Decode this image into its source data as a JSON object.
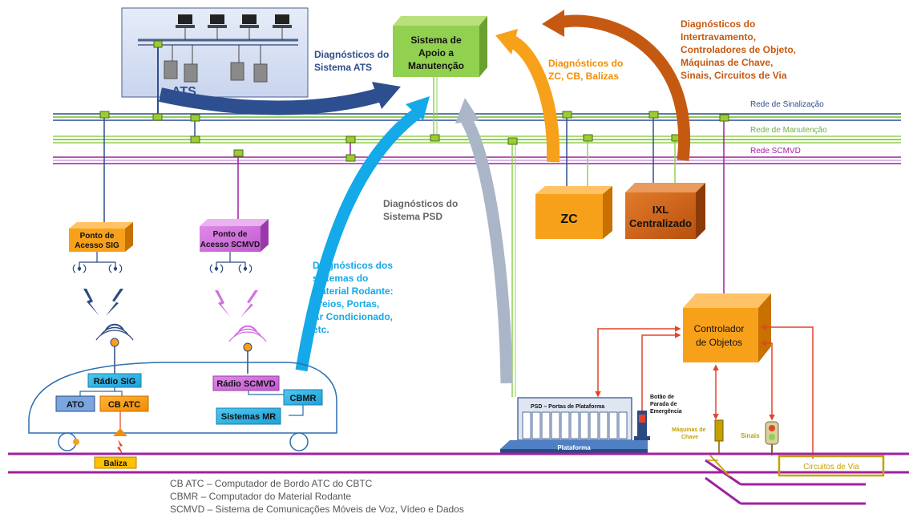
{
  "colors": {
    "ats_blue": "#2e4f8f",
    "cyan": "#14a9e8",
    "orange": "#f28c00",
    "dark_orange": "#c65911",
    "purple": "#a020a0",
    "green_line": "#92d050",
    "grey_arrow": "#aab6c8",
    "green_box": "#92d050",
    "red_line": "#e2452b",
    "gold": "#c5a100"
  },
  "icons": {
    "workstation": "computer-monitor-icon",
    "server": "server-tower-icon",
    "node": "network-switch-icon",
    "antenna": "wireless-antenna-icon",
    "signal": "lightning-signal-icon",
    "traffic_light": "traffic-signal-icon"
  },
  "ats": {
    "label": "ATS"
  },
  "sam": {
    "line1": "Sistema de",
    "line2": "Apoio a",
    "line3": "Manutenção"
  },
  "networks": {
    "sinalizacao": "Rede de Sinalização",
    "manutencao": "Rede de Manutenção",
    "scmvd": "Rede SCMVD"
  },
  "diagnostics": {
    "ats": {
      "line1": "Diagnósticos do",
      "line2": "Sistema ATS"
    },
    "zc": {
      "line1": "Diagnósticos do",
      "line2": "ZC, CB, Balizas"
    },
    "ixl": {
      "line1": "Diagnósticos do",
      "line2": "Intertravamento,",
      "line3": "Controladores de Objeto,",
      "line4": "Máquinas de Chave,",
      "line5": "Sinais, Circuitos de Via"
    },
    "psd": {
      "line1": "Diagnósticos do",
      "line2": "Sistema PSD"
    },
    "mr": {
      "line1": "Diagnósticos dos",
      "line2": "sistemas do",
      "line3": "Material Rodante:",
      "line4": "Freios, Portas,",
      "line5": "Ar Condicionado,",
      "line6": "etc."
    }
  },
  "boxes": {
    "zc": "ZC",
    "ixl": {
      "line1": "IXL",
      "line2": "Centralizado"
    },
    "co": {
      "line1": "Controlador",
      "line2": "de  Objetos"
    },
    "ap_sig": {
      "line1": "Ponto de",
      "line2": "Acesso SIG"
    },
    "ap_scmvd": {
      "line1": "Ponto de",
      "line2": "Acesso SCMVD"
    }
  },
  "train": {
    "radio_sig": "Rádio SIG",
    "ato": "ATO",
    "cb_atc": "CB ATC",
    "radio_scmvd": "Rádio SCMVD",
    "cbmr": "CBMR",
    "sistemas_mr": "Sistemas MR",
    "baliza": "Baliza"
  },
  "platform": {
    "psd": "PSD – Portas de Plataforma",
    "plataforma": "Plataforma",
    "botao": {
      "line1": "Botão de",
      "line2": "Parada de",
      "line3": "Emergência"
    }
  },
  "field": {
    "maquinas": {
      "line1": "Máquinas de",
      "line2": "Chave"
    },
    "sinais": "Sinais",
    "circuitos": "Circuitos de Via"
  },
  "legend": [
    "CB ATC – Computador  de Bordo ATC do CBTC",
    "CBMR – Computador  do Material Rodante",
    "SCMVD – Sistema de Comunicações Móveis de Voz, Vídeo e Dados"
  ]
}
